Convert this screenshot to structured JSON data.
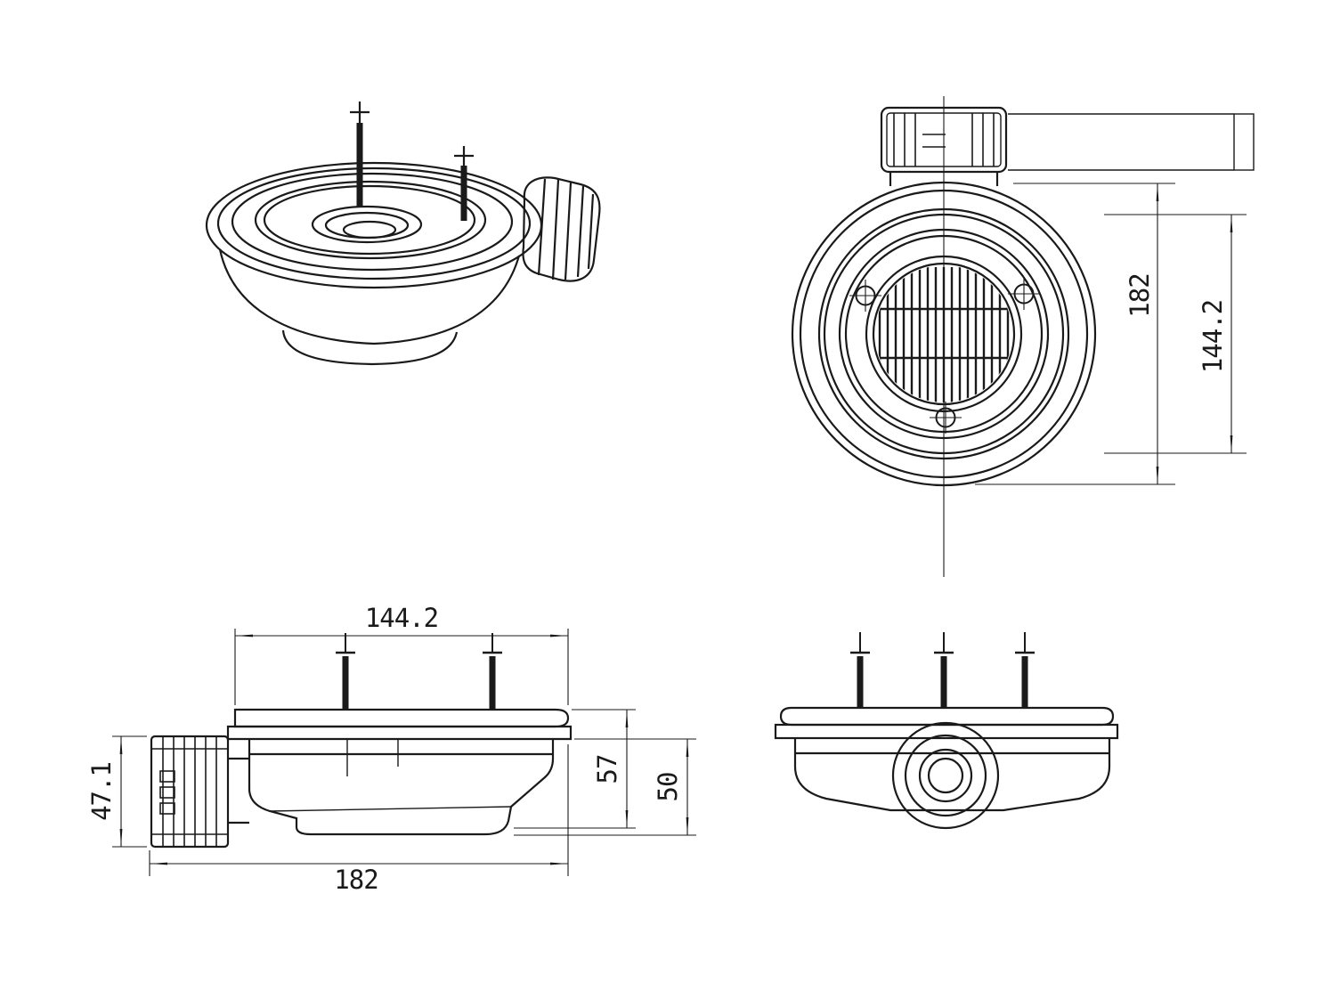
{
  "sheet": {
    "background": "#ffffff",
    "line_color": "#1a1a1a"
  },
  "views": {
    "top": {
      "dims": {
        "outer_diameter": "182",
        "flange_diameter": "144.2"
      }
    },
    "side": {
      "dims": {
        "flange_width": "144.2",
        "nut_height": "47.1",
        "height_total": "57",
        "body_height": "50",
        "overall_length": "182"
      }
    }
  }
}
